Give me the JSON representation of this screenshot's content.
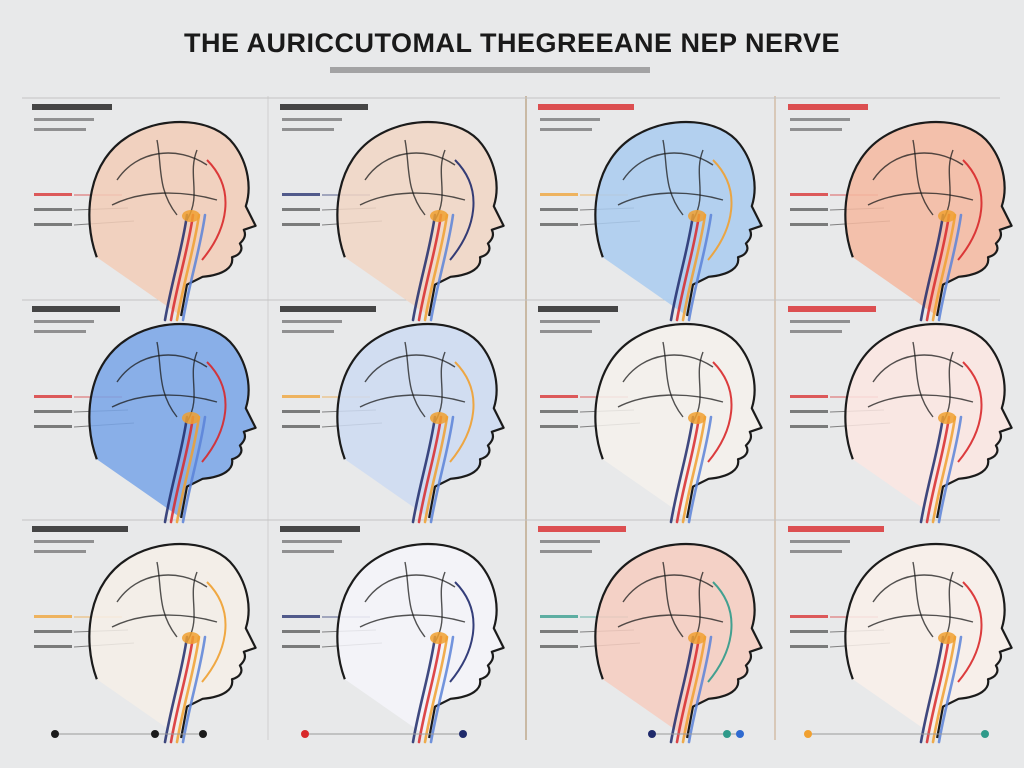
{
  "page": {
    "title": "THE AURICCUTOMAL THEGREEANE NEP NERVE",
    "background": "#e8e9ea"
  },
  "palette": {
    "red": "#d8282a",
    "orange": "#f0a030",
    "navy": "#1f2a6b",
    "blue": "#5b82d8",
    "lightblue": "#9cc2ef",
    "peach": "#f6d7c0",
    "ink": "#1b1b1b",
    "teal": "#2f9a8a"
  },
  "panels": [
    {
      "row": 0,
      "col": 0,
      "fill": "#f2cdb7",
      "label_color": "#1b1b1b",
      "accent": "#d8282a",
      "variant": "warm"
    },
    {
      "row": 0,
      "col": 1,
      "fill": "#f1d6c4",
      "label_color": "#1b1b1b",
      "accent": "#1f2a6b",
      "variant": "warm"
    },
    {
      "row": 0,
      "col": 2,
      "fill": "#a9cbf0",
      "label_color": "#d8282a",
      "accent": "#f0a030",
      "variant": "blue"
    },
    {
      "row": 0,
      "col": 3,
      "fill": "#f5b9a0",
      "label_color": "#d8282a",
      "accent": "#d8282a",
      "variant": "red"
    },
    {
      "row": 1,
      "col": 0,
      "fill": "#78a5e8",
      "label_color": "#1b1b1b",
      "accent": "#d8282a",
      "variant": "blue"
    },
    {
      "row": 1,
      "col": 1,
      "fill": "#cddbf2",
      "label_color": "#1b1b1b",
      "accent": "#f0a030",
      "variant": "light"
    },
    {
      "row": 1,
      "col": 2,
      "fill": "#f4f1ec",
      "label_color": "#1b1b1b",
      "accent": "#d8282a",
      "variant": "plain"
    },
    {
      "row": 1,
      "col": 3,
      "fill": "#fbe6e2",
      "label_color": "#d8282a",
      "accent": "#d8282a",
      "variant": "red"
    },
    {
      "row": 2,
      "col": 0,
      "fill": "#f5efe8",
      "label_color": "#1b1b1b",
      "accent": "#f0a030",
      "variant": "plain"
    },
    {
      "row": 2,
      "col": 1,
      "fill": "#f4f5fa",
      "label_color": "#1b1b1b",
      "accent": "#1f2a6b",
      "variant": "navy"
    },
    {
      "row": 2,
      "col": 2,
      "fill": "#f6cdbf",
      "label_color": "#d8282a",
      "accent": "#2f9a8a",
      "variant": "red"
    },
    {
      "row": 2,
      "col": 3,
      "fill": "#f9f0ea",
      "label_color": "#d8282a",
      "accent": "#d8282a",
      "variant": "red"
    }
  ],
  "timeline_dots": [
    {
      "col": 0,
      "colors": [
        "#1b1b1b",
        "#1b1b1b",
        "#1b1b1b"
      ]
    },
    {
      "col": 1,
      "colors": [
        "#d8282a",
        "#1f2a6b"
      ]
    },
    {
      "col": 2,
      "colors": [
        "#1f2a6b",
        "#2f9a8a",
        "#2f6ad0"
      ]
    },
    {
      "col": 3,
      "colors": [
        "#f0a030",
        "#2f9a8a"
      ]
    }
  ]
}
